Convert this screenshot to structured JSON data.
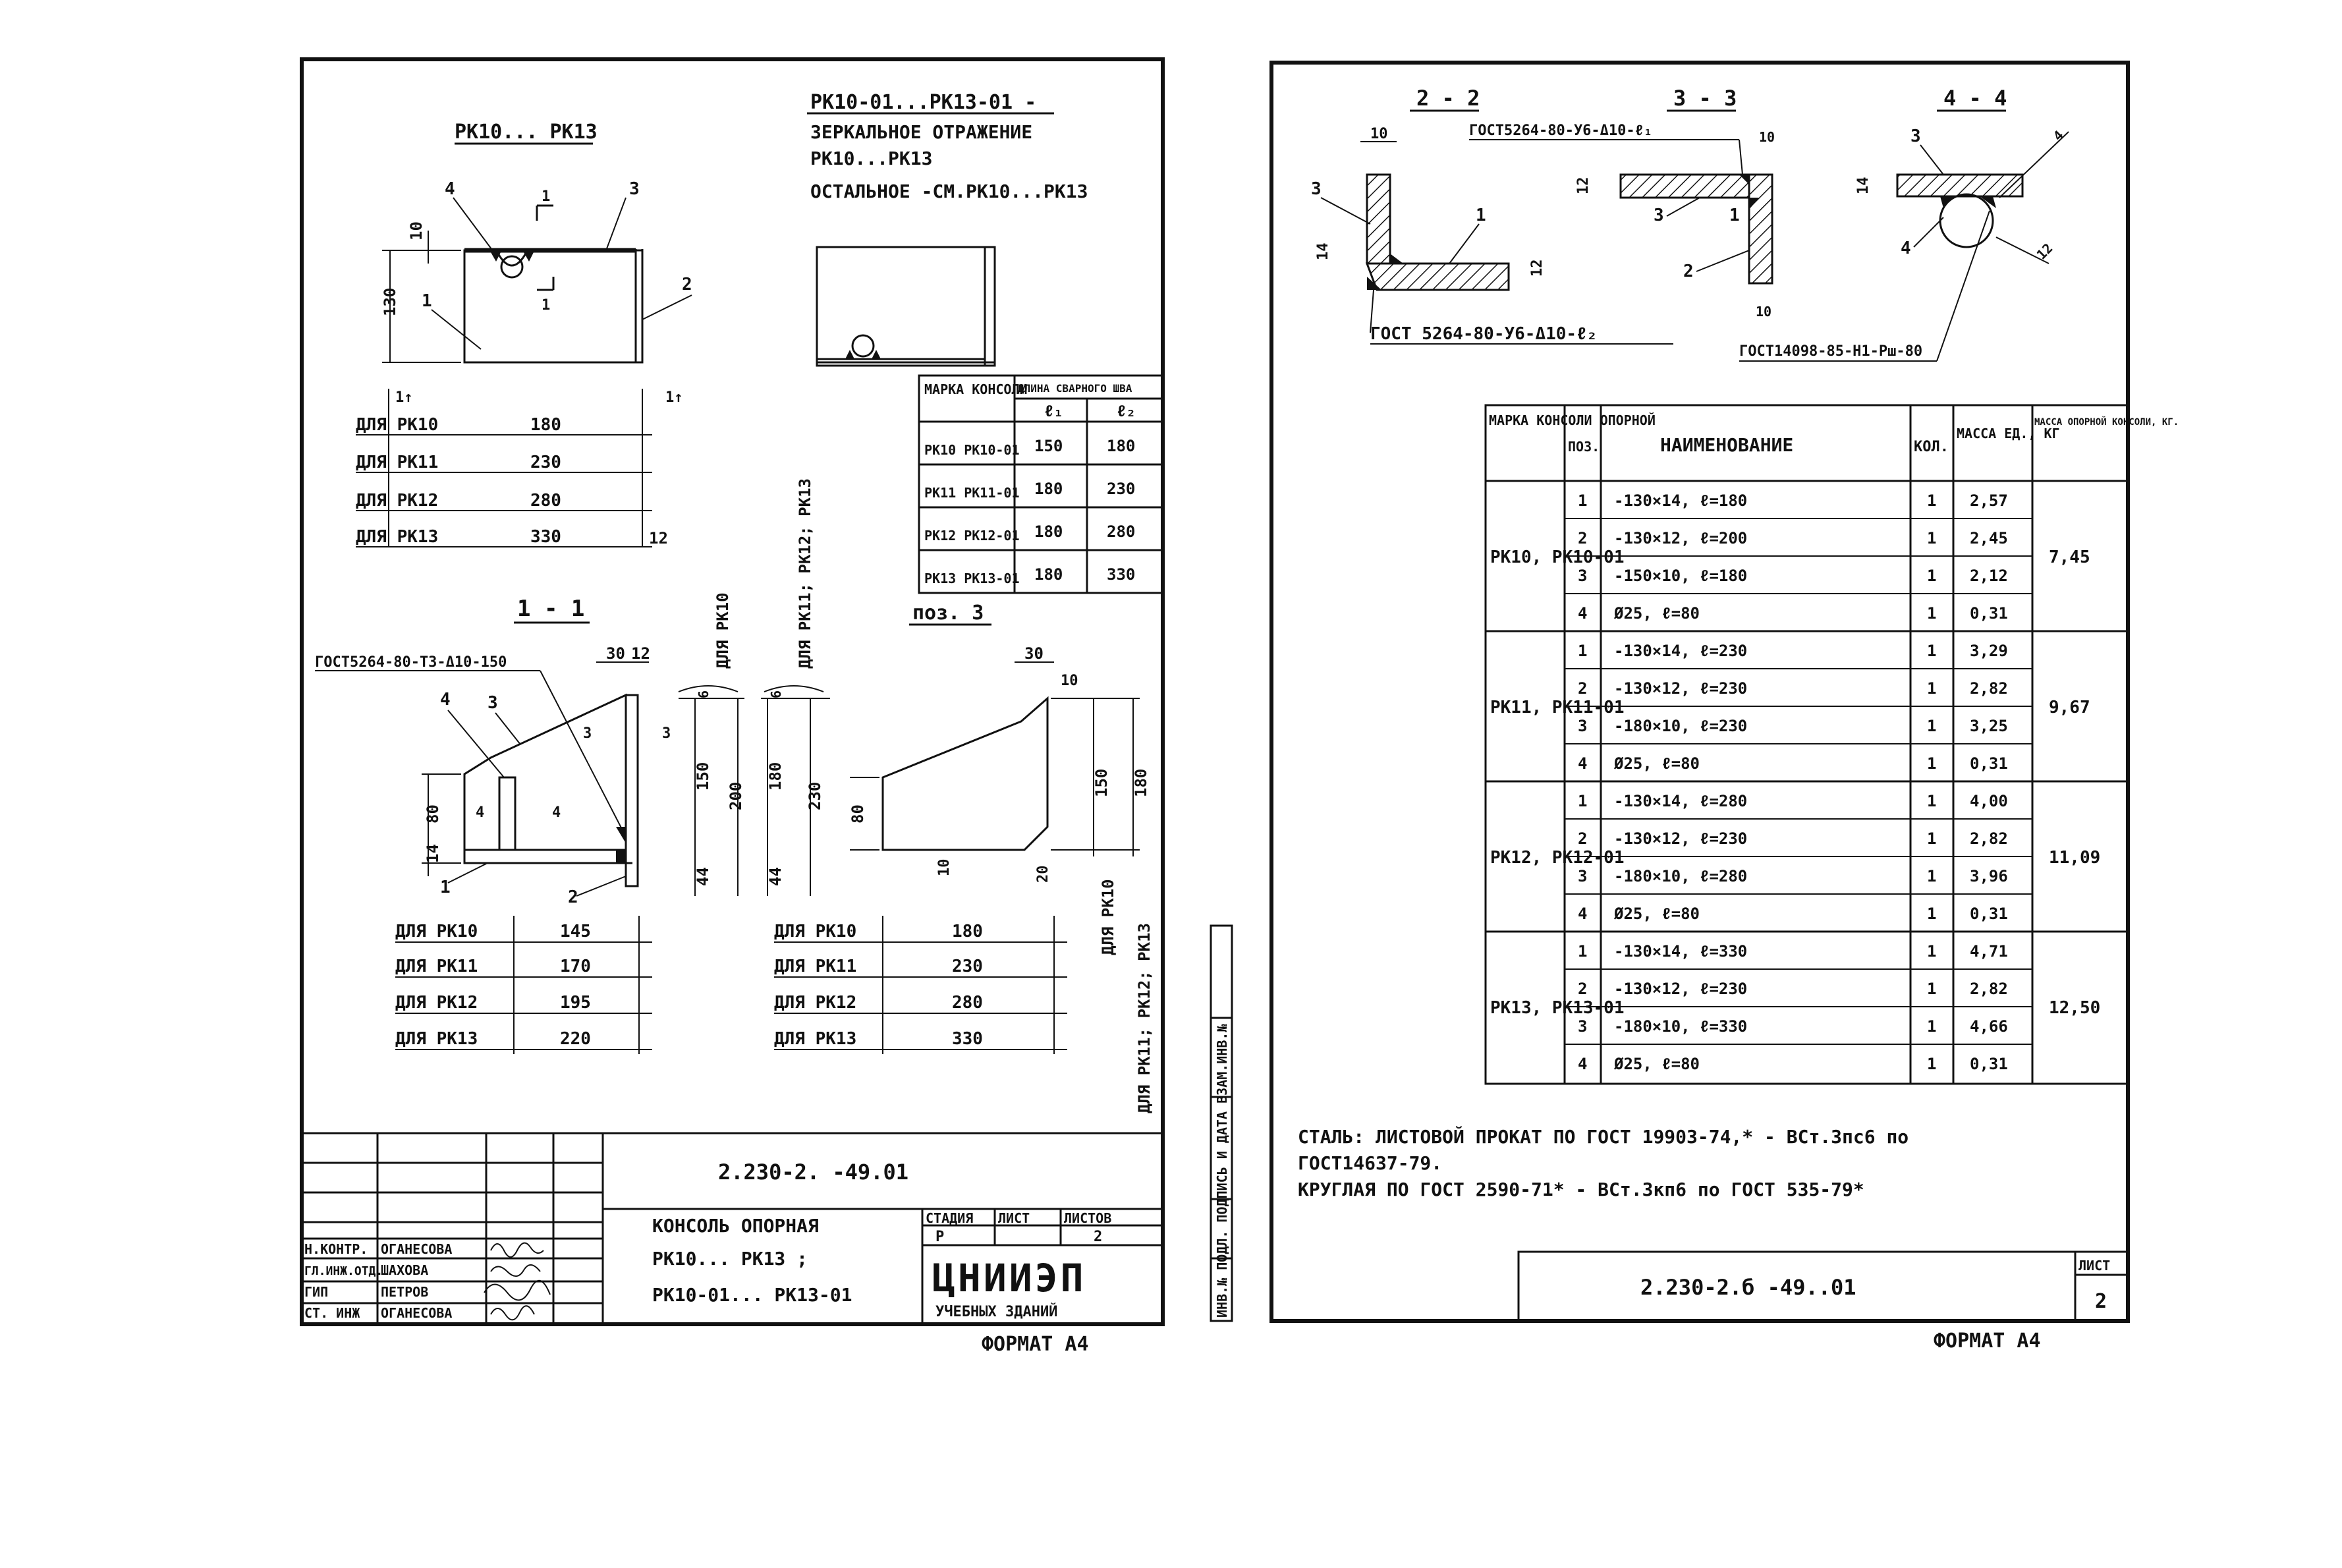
{
  "sheet1": {
    "view_plan_title": "РК10... РК13",
    "mirror_title": "РК10-01...РК13-01 -",
    "mirror_line2": "ЗЕРКАЛЬНОЕ ОТРАЖЕНИЕ",
    "mirror_line3": "РК10...РК13",
    "mirror_line4": "ОСТАЛЬНОЕ -СМ.РК10...РК13",
    "plan_dims": {
      "h": "130",
      "top": "10",
      "w": "12"
    },
    "plan_callouts": [
      "4",
      "3",
      "1",
      "2"
    ],
    "section_mark": "1",
    "length_rows": [
      {
        "label": "ДЛЯ РК10",
        "value": "180"
      },
      {
        "label": "ДЛЯ РК11",
        "value": "230"
      },
      {
        "label": "ДЛЯ РК12",
        "value": "280"
      },
      {
        "label": "ДЛЯ РК13",
        "value": "330"
      }
    ],
    "length_end": "12",
    "weld_table": {
      "h1": "МАРКА КОНСОЛИ",
      "h2": "ДЛИНА СВАРНОГО ШВА",
      "h3": "ℓ₁",
      "h4": "ℓ₂",
      "rows": [
        {
          "marka": "РК10 РК10-01",
          "l1": "150",
          "l2": "180"
        },
        {
          "marka": "РК11 РК11-01",
          "l1": "180",
          "l2": "230"
        },
        {
          "marka": "РК12 РК12-01",
          "l1": "180",
          "l2": "280"
        },
        {
          "marka": "РК13 РК13-01",
          "l1": "180",
          "l2": "330"
        }
      ]
    },
    "section11_title": "1 - 1",
    "section11_gost": "ГОСТ5264-80-Т3-Δ10-150",
    "section11_dims": {
      "a": "30",
      "b": "12",
      "h": "80",
      "t": "14",
      "d150": "150",
      "d200": "200",
      "d44a": "44",
      "d180": "180",
      "d230": "230",
      "d44b": "44",
      "d6a": "6",
      "d6b": "6"
    },
    "for_rk10": "ДЛЯ РК10",
    "for_rk11": "ДЛЯ РК11; РК12; РК13",
    "sec_rows": [
      {
        "label": "ДЛЯ РК10",
        "value": "145"
      },
      {
        "label": "ДЛЯ РК11",
        "value": "170"
      },
      {
        "label": "ДЛЯ РК12",
        "value": "195"
      },
      {
        "label": "ДЛЯ РК13",
        "value": "220"
      }
    ],
    "pos3_title": "поз. 3",
    "pos3_dims": {
      "a": "30",
      "b": "10",
      "h": "80",
      "c": "10",
      "d": "20",
      "e": "150",
      "f": "180"
    },
    "pos3_rows": [
      {
        "label": "ДЛЯ РК10",
        "value": "180"
      },
      {
        "label": "ДЛЯ РК11",
        "value": "230"
      },
      {
        "label": "ДЛЯ РК12",
        "value": "280"
      },
      {
        "label": "ДЛЯ РК13",
        "value": "330"
      }
    ],
    "pos3_vert1": "ДЛЯ РК10",
    "pos3_vert2": "ДЛЯ РК11; РК12; РК13",
    "doc_code": "2.230-2. -49.01",
    "title_block": {
      "name1": "КОНСОЛЬ ОПОРНАЯ",
      "name2": "РК10... РК13 ;",
      "name3": "РК10-01... РК13-01",
      "stage_h": "СТАДИЯ",
      "sheet_h": "ЛИСТ",
      "sheets_h": "ЛИСТОВ",
      "stage": "Р",
      "sheets": "2",
      "org": "ЦНИИЭП",
      "org2": "УЧЕБНЫХ ЗДАНИЙ",
      "people": [
        {
          "role": "Н.КОНТР.",
          "name": "ОГАНЕСОВА"
        },
        {
          "role": "ГЛ.ИНЖ.ОТД.",
          "name": "ШАХОВА"
        },
        {
          "role": "ГИП",
          "name": "ПЕТРОВ"
        },
        {
          "role": "СТ. ИНЖ",
          "name": "ОГАНЕСОВА"
        }
      ]
    },
    "format": "ФОРМАТ А4"
  },
  "sheet2": {
    "sec22": "2 - 2",
    "sec33": "3 - 3",
    "sec44": "4 - 4",
    "gost_a": "ГОСТ5264-80-У6-Δ10-ℓ₁",
    "gost_b": "ГОСТ 5264-80-У6-Δ10-ℓ₂",
    "gost_c": "ГОСТ14098-85-Н1-Рш-80",
    "dims22": {
      "a": "10",
      "b": "14",
      "c": "12"
    },
    "dims33": {
      "a": "12",
      "b": "10",
      "c": "10"
    },
    "dims44": {
      "a": "14",
      "b": "4",
      "c": "12"
    },
    "callouts22": [
      "3",
      "1"
    ],
    "callouts33": [
      "3",
      "1",
      "2"
    ],
    "callouts44": [
      "3",
      "4"
    ],
    "spec": {
      "headers": [
        "МАРКА КОНСОЛИ ОПОРНОЙ",
        "ПОЗ.",
        "НАИМЕНОВАНИЕ",
        "КОЛ.",
        "МАССА ЕД., КГ",
        "МАССА ОПОРНОЙ КОНСОЛИ, КГ."
      ],
      "groups": [
        {
          "marka": "РК10, РК10-01",
          "total": "7,45",
          "rows": [
            {
              "pos": "1",
              "name": "-130×14, ℓ=180",
              "qty": "1",
              "mass": "2,57"
            },
            {
              "pos": "2",
              "name": "-130×12, ℓ=200",
              "qty": "1",
              "mass": "2,45"
            },
            {
              "pos": "3",
              "name": "-150×10, ℓ=180",
              "qty": "1",
              "mass": "2,12"
            },
            {
              "pos": "4",
              "name": "Ø25, ℓ=80",
              "qty": "1",
              "mass": "0,31"
            }
          ]
        },
        {
          "marka": "РК11, РК11-01",
          "total": "9,67",
          "rows": [
            {
              "pos": "1",
              "name": "-130×14, ℓ=230",
              "qty": "1",
              "mass": "3,29"
            },
            {
              "pos": "2",
              "name": "-130×12, ℓ=230",
              "qty": "1",
              "mass": "2,82"
            },
            {
              "pos": "3",
              "name": "-180×10, ℓ=230",
              "qty": "1",
              "mass": "3,25"
            },
            {
              "pos": "4",
              "name": "Ø25, ℓ=80",
              "qty": "1",
              "mass": "0,31"
            }
          ]
        },
        {
          "marka": "РК12, РК12-01",
          "total": "11,09",
          "rows": [
            {
              "pos": "1",
              "name": "-130×14, ℓ=280",
              "qty": "1",
              "mass": "4,00"
            },
            {
              "pos": "2",
              "name": "-130×12, ℓ=230",
              "qty": "1",
              "mass": "2,82"
            },
            {
              "pos": "3",
              "name": "-180×10, ℓ=280",
              "qty": "1",
              "mass": "3,96"
            },
            {
              "pos": "4",
              "name": "Ø25, ℓ=80",
              "qty": "1",
              "mass": "0,31"
            }
          ]
        },
        {
          "marka": "РК13, РК13-01",
          "total": "12,50",
          "rows": [
            {
              "pos": "1",
              "name": "-130×14, ℓ=330",
              "qty": "1",
              "mass": "4,71"
            },
            {
              "pos": "2",
              "name": "-130×12, ℓ=230",
              "qty": "1",
              "mass": "2,82"
            },
            {
              "pos": "3",
              "name": "-180×10, ℓ=330",
              "qty": "1",
              "mass": "4,66"
            },
            {
              "pos": "4",
              "name": "Ø25, ℓ=80",
              "qty": "1",
              "mass": "0,31"
            }
          ]
        }
      ]
    },
    "note1": "СТАЛЬ: ЛИСТОВОЙ ПРОКАТ ПО ГОСТ 19903-74,* - ВСт.3пс6 по",
    "note2": "ГОСТ14637-79.",
    "note3": "КРУГЛАЯ ПО ГОСТ 2590-71* - ВСт.3кп6 по ГОСТ 535-79*",
    "side_label": "ИНВ.№ ПОДЛ. ПОДПИСЬ И ДАТА ВЗАМ.ИНВ.№",
    "doc_code": "2.230-2.б -49..01",
    "sheet_h": "ЛИСТ",
    "sheet_no": "2",
    "format": "ФОРМАТ А4"
  }
}
